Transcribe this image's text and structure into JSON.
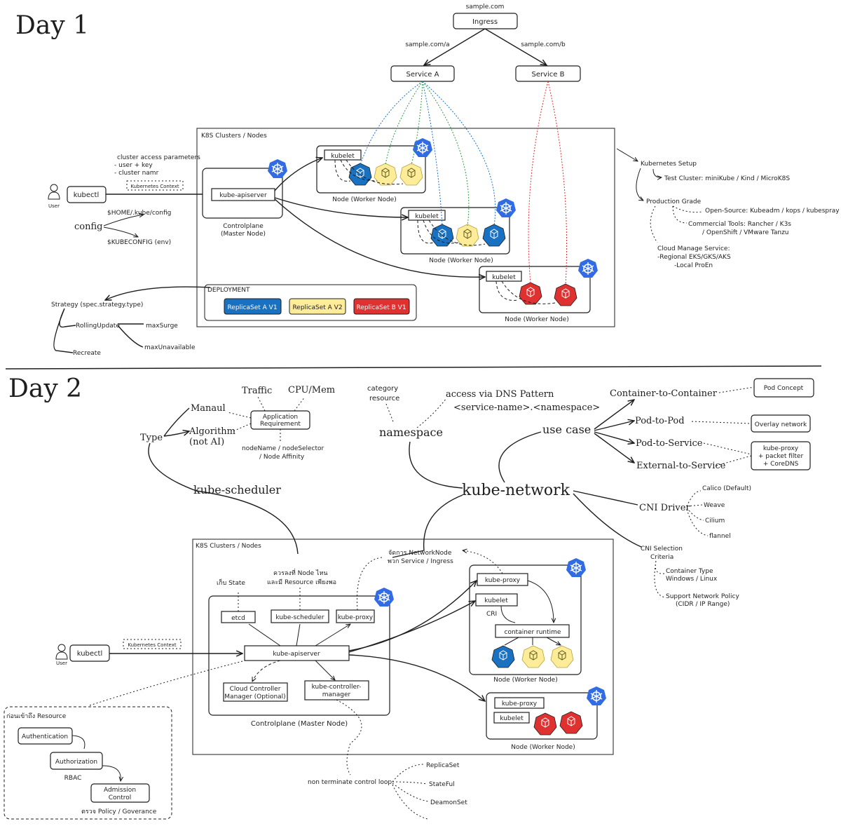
{
  "day1": {
    "title": "Day 1",
    "ingress": {
      "host": "sample.com",
      "label": "Ingress",
      "path_a": "sample.com/a",
      "path_b": "sample.com/b"
    },
    "services": [
      "Service A",
      "Service B"
    ],
    "cluster_label": "K8S Clusters / Nodes",
    "access_params": [
      "cluster access parameters",
      "- user + key",
      "- cluster namr"
    ],
    "kube_context": "Kubernetes Context",
    "user": "User",
    "kubectl": "kubectl",
    "apiserver": "kube-apiserver",
    "controlplane": [
      "Controlplane",
      "(Master Node)"
    ],
    "config": {
      "label": "config",
      "home": "$HOME/.kube/config",
      "env": "$KUBECONFIG (env)"
    },
    "kubelet": "kubelet",
    "pod": "pod",
    "worker_node": "Node (Worker Node)",
    "deployment": {
      "label": "DEPLOYMENT",
      "replicasets": [
        {
          "label": "ReplicaSet A V1",
          "color": "#1971c2",
          "text_color": "#ffffff"
        },
        {
          "label": "ReplicaSet A V2",
          "color": "#ffec99",
          "text_color": "#1e1e1e"
        },
        {
          "label": "ReplicaSet B V1",
          "color": "#e03131",
          "text_color": "#ffffff"
        }
      ]
    },
    "strategy": {
      "label": "Strategy (spec.strategy.type)",
      "rolling": "RollingUpdate",
      "surge": "maxSurge",
      "unavailable": "maxUnavailable",
      "recreate": "Recreate"
    },
    "setup": {
      "title": "Kubernetes Setup",
      "test": "Test Cluster: miniKube / Kind / MicroK8S",
      "prod": "Production Grade",
      "oss": "Open-Source: Kubeadm / kops / kubespray",
      "commercial": [
        "Commercial Tools: Rancher / K3s",
        "/ OpenShift / VMware Tanzu"
      ],
      "cloud": [
        "Cloud Manage Service:",
        "-Regional EKS/GKS/AKS",
        "-Local ProEn"
      ]
    }
  },
  "day2": {
    "title": "Day 2",
    "scheduler": {
      "label": "kube-scheduler",
      "type": "Type",
      "manual": "Manaul",
      "algorithm": [
        "Algorithm",
        "(not AI)"
      ],
      "traffic": "Traffic",
      "cpumem": "CPU/Mem",
      "app_req": [
        "Application",
        "Requirement"
      ],
      "node_sel": [
        "nodeName / nodeSelector",
        "/ Node Affinity"
      ]
    },
    "network": {
      "label": "kube-network",
      "namespace": "namespace",
      "category": [
        "category",
        "resource"
      ],
      "dns": [
        "access via DNS Pattern",
        "<service-name>.<namespace>"
      ],
      "use_case": "use case",
      "c2c": "Container-to-Container",
      "p2p": "Pod-to-Pod",
      "p2s": "Pod-to-Service",
      "e2s": "External-to-Service",
      "pod_concept": "Pod Concept",
      "overlay": "Overlay network",
      "kproxy_box": [
        "kube-proxy",
        "+ packet filter",
        "+ CoreDNS"
      ],
      "cni": "CNI Driver",
      "drivers": [
        "Calico (Default)",
        "Weave",
        "Cilium",
        "flannel"
      ],
      "cni_sel": [
        "CNI Selection",
        "Criteria"
      ],
      "container_type": [
        "Container Type",
        "Windows / Linux"
      ],
      "netpol": [
        "Support Network Policy",
        "(CIDR / IP Range)"
      ]
    },
    "cluster_label": "K8S Clusters / Nodes",
    "netnode": [
      "จัดการ NetworkNode",
      "พวก Service / Ingress"
    ],
    "which_node": [
      "ควรลงที่ Node ไหน",
      "และมี Resource เพียงพอ"
    ],
    "keep_state": "เก็บ State",
    "etcd": "etcd",
    "kscheduler": "kube-scheduler",
    "kproxy": "kube-proxy",
    "apiserver": "kube-apiserver",
    "ccm": [
      "Cloud Controller",
      "Manager (Optional)"
    ],
    "kcm": [
      "kube-controller-",
      "manager"
    ],
    "controlplane": "Controlplane (Master Node)",
    "kubelet": "kubelet",
    "cri": "CRI",
    "runtime": "container runtime",
    "pod": "pod",
    "worker_node": "Node (Worker Node)",
    "kubectl": "kubectl",
    "user": "User",
    "kube_context": "Kubernetes Context",
    "auth": {
      "title": "ก่อนเข้าถึง Resource",
      "authn": "Authentication",
      "authz": "Authorization",
      "rbac": "RBAC",
      "admission": [
        "Admission",
        "Control"
      ],
      "policy": "ตรวจ Policy / Goverance"
    },
    "controllers": {
      "loop": "non terminate control loop",
      "items": [
        "ReplicaSet",
        "StateFul",
        "DeamonSet"
      ]
    }
  },
  "colors": {
    "k8s": "#326ce5",
    "blue_pod": "#1971c2",
    "yellow_pod": "#ffec99",
    "red_pod": "#e03131",
    "green_link": "#2f9e44"
  }
}
